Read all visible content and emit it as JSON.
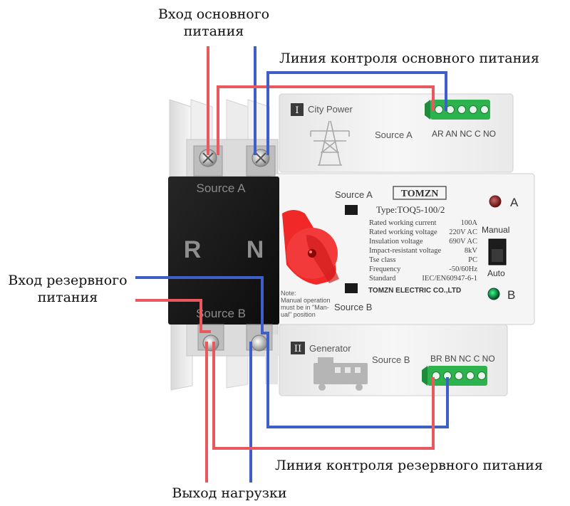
{
  "annotations": {
    "main_input_l1": "Вход основного",
    "main_input_l2": "питания",
    "main_control": "Линия контроля основного питания",
    "backup_input_l1": "Вход резервного",
    "backup_input_l2": "питания",
    "backup_control": "Линия контроля резервного питания",
    "load_output": "Выход нагрузки"
  },
  "device": {
    "brand": "TOMZN",
    "type_label": "Type:TOQ5-100/2",
    "city_power": "City Power",
    "generator": "Generator",
    "source_a": "Source A",
    "source_b": "Source B",
    "block_source_a": "Source A",
    "block_source_b": "Source B",
    "pole_r": "R",
    "pole_n": "N",
    "terminals_a": "AR AN NC C NO",
    "terminals_b": "BR BN NC C NO",
    "indicator_a": "A",
    "indicator_b": "B",
    "manual": "Manual",
    "auto": "Auto",
    "company": "TOMZN ELECTRIC CO.,LTD",
    "note_lines": [
      "Note:",
      "Manual operation",
      "must be in  \"Man-",
      "ual\"  position"
    ],
    "specs": [
      {
        "k": "Rated working current",
        "v": "100A"
      },
      {
        "k": "Rated working voltage",
        "v": "220V AC"
      },
      {
        "k": "Insulation voltage",
        "v": "690V AC"
      },
      {
        "k": "Impact-resistant voltage",
        "v": "8kV"
      },
      {
        "k": "Tse class",
        "v": "PC"
      },
      {
        "k": "Frequency",
        "v": "-50/60Hz"
      },
      {
        "k": "Standard",
        "v": "IEC/EN60947-6-1"
      }
    ]
  },
  "colors": {
    "phase_wire": "#e8585c",
    "neutral_wire": "#3e5fc8",
    "terminal_green": "#2cb34e",
    "knob_red": "#f02828",
    "device_body": "#f2f2f2",
    "block_black": "#141414"
  }
}
